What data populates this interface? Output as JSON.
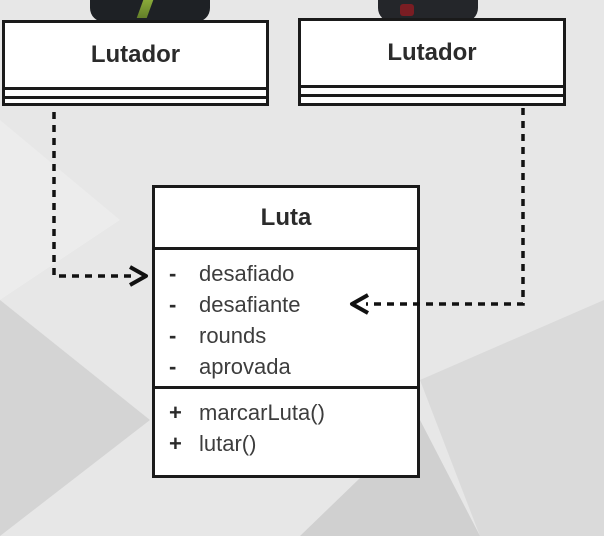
{
  "classes": {
    "lutador_left": {
      "name": "Lutador"
    },
    "lutador_right": {
      "name": "Lutador"
    },
    "luta": {
      "name": "Luta",
      "attributes": [
        {
          "visibility": "-",
          "name": "desafiado"
        },
        {
          "visibility": "-",
          "name": "desafiante"
        },
        {
          "visibility": "-",
          "name": "rounds"
        },
        {
          "visibility": "-",
          "name": "aprovada"
        }
      ],
      "methods": [
        {
          "visibility": "+",
          "name": "marcarLuta()"
        },
        {
          "visibility": "+",
          "name": "lutar()"
        }
      ]
    }
  },
  "relations": [
    {
      "from": "Lutador",
      "to": "desafiado",
      "style": "dashed-arrow"
    },
    {
      "from": "Lutador",
      "to": "desafiante",
      "style": "dashed-arrow"
    }
  ],
  "colors": {
    "background": "#e6e6e6",
    "box": "#ffffff",
    "border": "#1a1a1a",
    "text": "#3d3d3d"
  }
}
